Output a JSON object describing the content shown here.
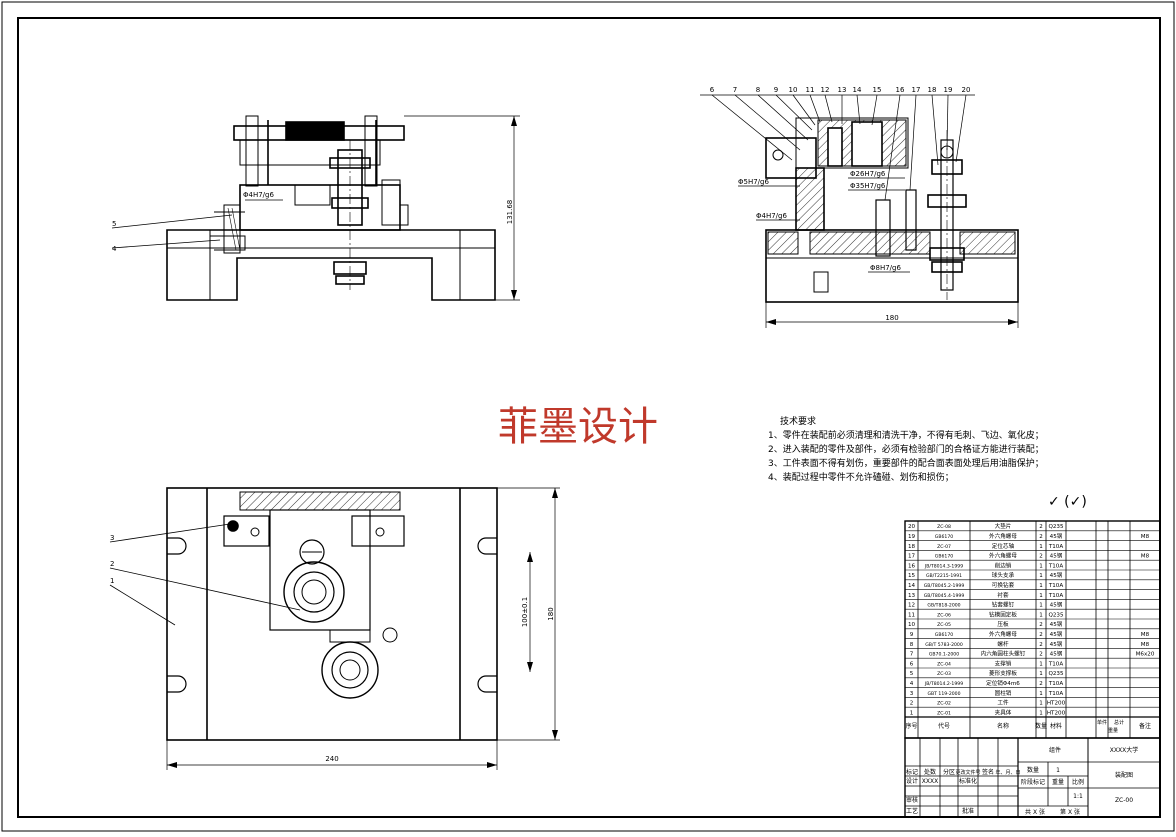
{
  "watermark": "菲墨设计",
  "views": {
    "front": {
      "fit_label": "Φ4H7/g6",
      "leaders": [
        "5",
        "4"
      ],
      "height_dim": "131.68"
    },
    "side": {
      "balloons": [
        "6",
        "7",
        "8",
        "9",
        "10",
        "11",
        "12",
        "13",
        "14",
        "15",
        "16",
        "17",
        "18",
        "19",
        "20"
      ],
      "fits": [
        "Φ5H7/g6",
        "Φ26H7/g6",
        "Φ35H7/g6",
        "Φ4H7/g6",
        "Φ8H7/g6"
      ],
      "width_dim": "180"
    },
    "top": {
      "leaders": [
        "3",
        "2",
        "1"
      ],
      "width_dim": "240",
      "height_dim": "180",
      "inner_dim": "100±0.1"
    }
  },
  "notes": {
    "title": "技术要求",
    "lines": [
      "1、零件在装配前必须清理和清洗干净，不得有毛刺、飞边、氧化皮；",
      "2、进入装配的零件及部件，必须有检验部门的合格证方能进行装配；",
      "3、工件表面不得有划伤，重要部件的配合面表面处理后用油脂保护；",
      "4、装配过程中零件不允许磕碰、划伤和损伤；"
    ]
  },
  "surface_mark": "✓ (✓)",
  "bom": {
    "rows": [
      {
        "no": "20",
        "code": "ZC-08",
        "name": "大垫片",
        "qty": "2",
        "mat": "Q235",
        "note": ""
      },
      {
        "no": "19",
        "code": "GB6170",
        "name": "外六角螺母",
        "qty": "2",
        "mat": "45钢",
        "note": "M8"
      },
      {
        "no": "18",
        "code": "ZC-07",
        "name": "定位芯轴",
        "qty": "1",
        "mat": "T10A",
        "note": ""
      },
      {
        "no": "17",
        "code": "GB6170",
        "name": "外六角螺母",
        "qty": "2",
        "mat": "45钢",
        "note": "M8"
      },
      {
        "no": "16",
        "code": "JB/T8014.3-1999",
        "name": "削边销",
        "qty": "1",
        "mat": "T10A",
        "note": ""
      },
      {
        "no": "15",
        "code": "GB/T2215-1991",
        "name": "球头支承",
        "qty": "1",
        "mat": "45钢",
        "note": ""
      },
      {
        "no": "14",
        "code": "GB/T8045.2-1999",
        "name": "可换钻套",
        "qty": "1",
        "mat": "T10A",
        "note": ""
      },
      {
        "no": "13",
        "code": "GB/T8045.4-1999",
        "name": "衬套",
        "qty": "1",
        "mat": "T10A",
        "note": ""
      },
      {
        "no": "12",
        "code": "GB/T818-2000",
        "name": "钻套螺钉",
        "qty": "1",
        "mat": "45钢",
        "note": ""
      },
      {
        "no": "11",
        "code": "ZC-06",
        "name": "钻模固定板",
        "qty": "1",
        "mat": "Q235",
        "note": ""
      },
      {
        "no": "10",
        "code": "ZC-05",
        "name": "压板",
        "qty": "2",
        "mat": "45钢",
        "note": ""
      },
      {
        "no": "9",
        "code": "GB6170",
        "name": "外六角螺母",
        "qty": "2",
        "mat": "45钢",
        "note": "M8"
      },
      {
        "no": "8",
        "code": "GB/T 5783-2000",
        "name": "螺杆",
        "qty": "2",
        "mat": "45钢",
        "note": "M8"
      },
      {
        "no": "7",
        "code": "GB70.1-2000",
        "name": "内六角圆柱头螺钉",
        "qty": "2",
        "mat": "45钢",
        "note": "M6x20"
      },
      {
        "no": "6",
        "code": "ZC-04",
        "name": "支撑销",
        "qty": "1",
        "mat": "T10A",
        "note": ""
      },
      {
        "no": "5",
        "code": "ZC-03",
        "name": "菱形支撑板",
        "qty": "1",
        "mat": "Q235",
        "note": ""
      },
      {
        "no": "4",
        "code": "JB/T8014.2-1999",
        "name": "定位销Φ4m6",
        "qty": "2",
        "mat": "T10A",
        "note": ""
      },
      {
        "no": "3",
        "code": "GBT 119-2000",
        "name": "圆柱销",
        "qty": "1",
        "mat": "T10A",
        "note": ""
      },
      {
        "no": "2",
        "code": "ZC-02",
        "name": "工件",
        "qty": "1",
        "mat": "HT200",
        "note": ""
      },
      {
        "no": "1",
        "code": "ZC-01",
        "name": "夹具体",
        "qty": "1",
        "mat": "HT200",
        "note": ""
      }
    ],
    "header": {
      "no": "序号",
      "code": "代号",
      "name": "名称",
      "qty": "数量",
      "mat": "材料",
      "w1": "单件",
      "w2": "总计",
      "weight": "重量",
      "note": "备注"
    }
  },
  "title_block": {
    "part_name": "组件",
    "school": "XXXX大学",
    "qty_label": "数量",
    "qty": "1",
    "drawing_name": "装配图",
    "stage_label": "阶段标记",
    "weight_label": "重量",
    "scale_label": "比例",
    "scale": "1:1",
    "code": "ZC-00",
    "sheet_a": "共 X 张",
    "sheet_b": "第 X 张",
    "designer_label": "设计",
    "designer": "XXXX",
    "std_label": "标准化",
    "review_label": "审核",
    "process_label": "工艺",
    "approve_label": "批准",
    "chg_labels": [
      "标记",
      "处数",
      "分区",
      "更改文件号",
      "签名",
      "年、月、日"
    ]
  }
}
